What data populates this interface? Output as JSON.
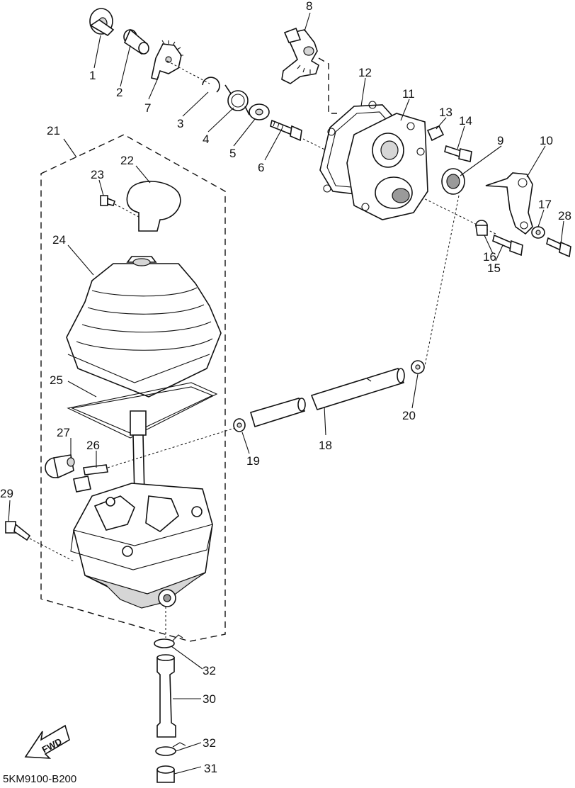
{
  "diagram": {
    "code": "5KM9100-B200",
    "direction_label": "FWD",
    "callouts": [
      "1",
      "2",
      "3",
      "4",
      "5",
      "6",
      "7",
      "8",
      "9",
      "10",
      "11",
      "12",
      "13",
      "14",
      "15",
      "16",
      "17",
      "18",
      "19",
      "20",
      "21",
      "22",
      "23",
      "24",
      "25",
      "26",
      "27",
      "28",
      "29",
      "30",
      "31",
      "32",
      "32"
    ]
  }
}
